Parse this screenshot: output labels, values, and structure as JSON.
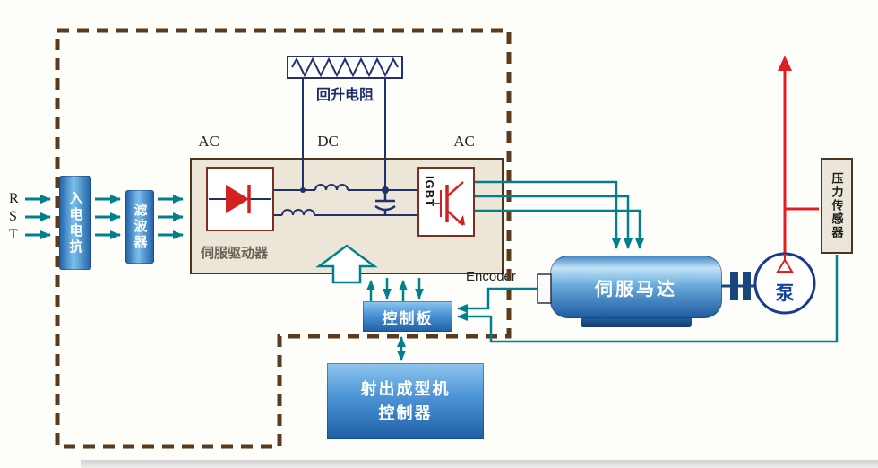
{
  "labels": {
    "phases": [
      "R",
      "S",
      "T"
    ],
    "reactor": "入电电抗",
    "filter": "滤波器",
    "ac_input": "AC",
    "dc_link": "DC",
    "ac_output": "AC",
    "servo_driver": "伺服驱动器",
    "igbt": "IGBT",
    "regen_resistor": "回升电阻",
    "control_board": "控制板",
    "encoder": "Encoder",
    "machine_controller_line1": "射出成型机",
    "machine_controller_line2": "控制器",
    "servo_motor": "伺服马达",
    "pump": "泵",
    "pressure_sensor": "压力传感器"
  },
  "colors": {
    "signal_line": "#00808F",
    "circuit_line": "#23306E",
    "pressure_line": "#E02020",
    "block_blue": "#2F7BC4",
    "panel_beige": "#ECE6D8",
    "panel_border": "#4A3520",
    "enclosure_dash": "#5A3B1E"
  }
}
